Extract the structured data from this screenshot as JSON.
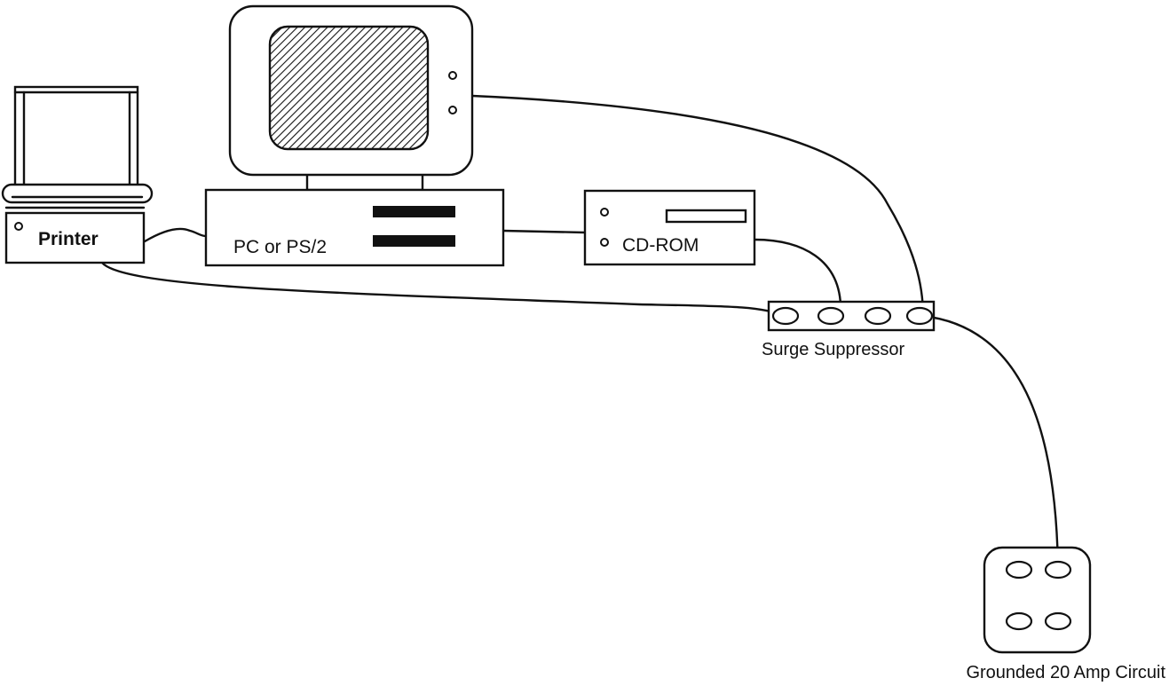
{
  "diagram": {
    "labels": {
      "printer": "Printer",
      "pc": "PC or PS/2",
      "cdrom": "CD-ROM",
      "surge": "Surge Suppressor",
      "outlet": "Grounded 20 Amp Circuit"
    }
  },
  "colors": {
    "ink": "#111111",
    "paper": "#ffffff"
  }
}
